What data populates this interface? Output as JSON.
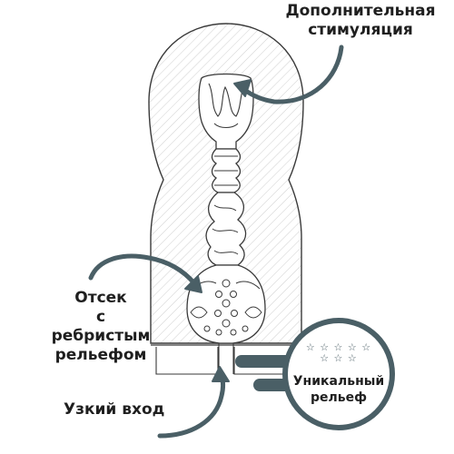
{
  "labels": {
    "top_line1": "Дополнительная",
    "top_line2": "стимуляция",
    "left_line1": "Отсек",
    "left_line2": "с ребристым",
    "left_line3": "рельефом",
    "bottom": "Узкий вход"
  },
  "badge": {
    "stars_row1": "☆ ☆ ☆ ☆ ☆",
    "stars_row2": "☆ ☆ ☆",
    "line1": "Уникальный",
    "line2": "рельеф"
  },
  "colors": {
    "arrow": "#4a5f66",
    "badge_ring": "#4a5f66",
    "outline": "#3a3a3a",
    "hatch": "#c9c9c9"
  }
}
